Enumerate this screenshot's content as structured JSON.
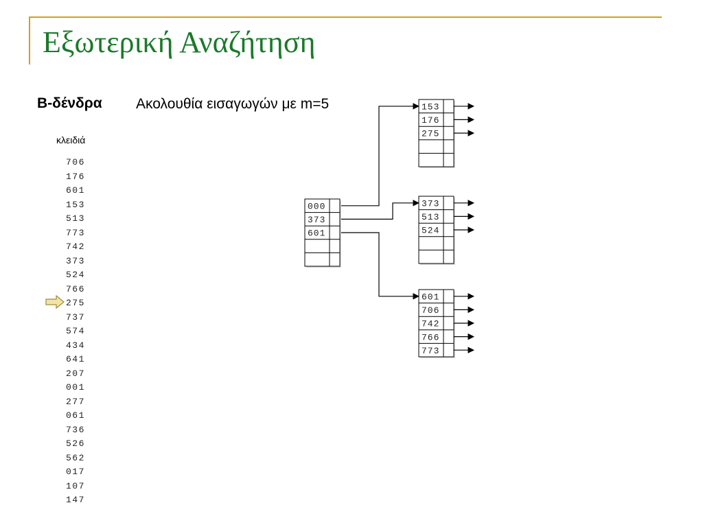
{
  "slide": {
    "title": "Εξωτερική Αναζήτηση",
    "subtitle": "B-δένδρα",
    "sequence_caption": "Ακολουθία εισαγωγών με m=5",
    "keys_header": "κλειδιά"
  },
  "insertion_keys": [
    "706",
    "176",
    "601",
    "153",
    "513",
    "773",
    "742",
    "373",
    "524",
    "766",
    "275",
    "737",
    "574",
    "434",
    "641",
    "207",
    "001",
    "277",
    "061",
    "736",
    "526",
    "562",
    "017",
    "107",
    "147"
  ],
  "current_key_index": 10,
  "colors": {
    "title": "#1a7a2a",
    "decoration": "#d4a017",
    "pointer_fill": "#f3e3a6",
    "pointer_stroke": "#a08a3a"
  },
  "tree": {
    "root": {
      "keys": [
        "000",
        "373",
        "601",
        "",
        ""
      ]
    },
    "leaves": [
      {
        "keys": [
          "153",
          "176",
          "275",
          "",
          ""
        ]
      },
      {
        "keys": [
          "373",
          "513",
          "524",
          "",
          ""
        ]
      },
      {
        "keys": [
          "601",
          "706",
          "742",
          "766",
          "773"
        ]
      }
    ]
  }
}
